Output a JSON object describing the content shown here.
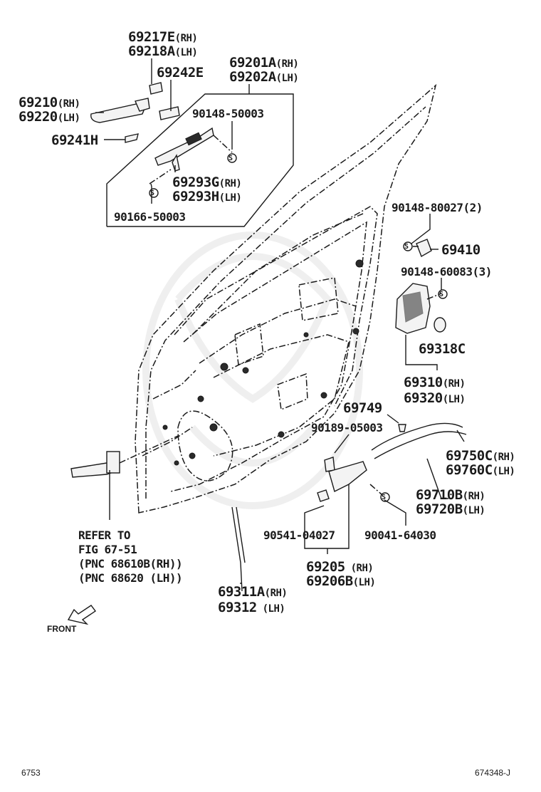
{
  "parts": {
    "p69217": {
      "a": "69217E",
      "a_suffix": "(RH)",
      "b": "69218A",
      "b_suffix": "(LH)"
    },
    "p69242": "69242E",
    "p69210": {
      "a": "69210",
      "a_suffix": "(RH)",
      "b": "69220",
      "b_suffix": "(LH)"
    },
    "p69241": "69241H",
    "p69201": {
      "a": "69201A",
      "a_suffix": "(RH)",
      "b": "69202A",
      "b_suffix": "(LH)"
    },
    "p90148_50003": "90148-50003",
    "p69293": {
      "a": "69293G",
      "a_suffix": "(RH)",
      "b": "69293H",
      "b_suffix": "(LH)"
    },
    "p90166": "90166-50003",
    "p90148_80027": "90148-80027(2)",
    "p69410": "69410",
    "p90148_60083": "90148-60083(3)",
    "p69318": "69318C",
    "p69310": {
      "a": "69310",
      "a_suffix": "(RH)",
      "b": "69320",
      "b_suffix": "(LH)"
    },
    "p69749": "69749",
    "p90189": "90189-05003",
    "p69750": {
      "a": "69750C",
      "a_suffix": "(RH)",
      "b": "69760C",
      "b_suffix": "(LH)"
    },
    "p69710": {
      "a": "69710B",
      "a_suffix": "(RH)",
      "b": "69720B",
      "b_suffix": "(LH)"
    },
    "p90541": "90541-04027",
    "p90041": "90041-64030",
    "p69205": {
      "a": "69205",
      "a_suffix": " (RH)",
      "b": "69206B",
      "b_suffix": "(LH)"
    },
    "p69311": {
      "a": "69311A",
      "a_suffix": "(RH)",
      "b": "69312",
      "b_suffix": " (LH)"
    }
  },
  "refer": {
    "line1": "REFER TO",
    "line2": "FIG 67-51",
    "line3": "(PNC 68610B(RH))",
    "line4": "(PNC 68620 (LH))"
  },
  "front_label": "FRONT",
  "screw_symbol": "S",
  "footer": {
    "left": "6753",
    "right": "674348-J"
  }
}
